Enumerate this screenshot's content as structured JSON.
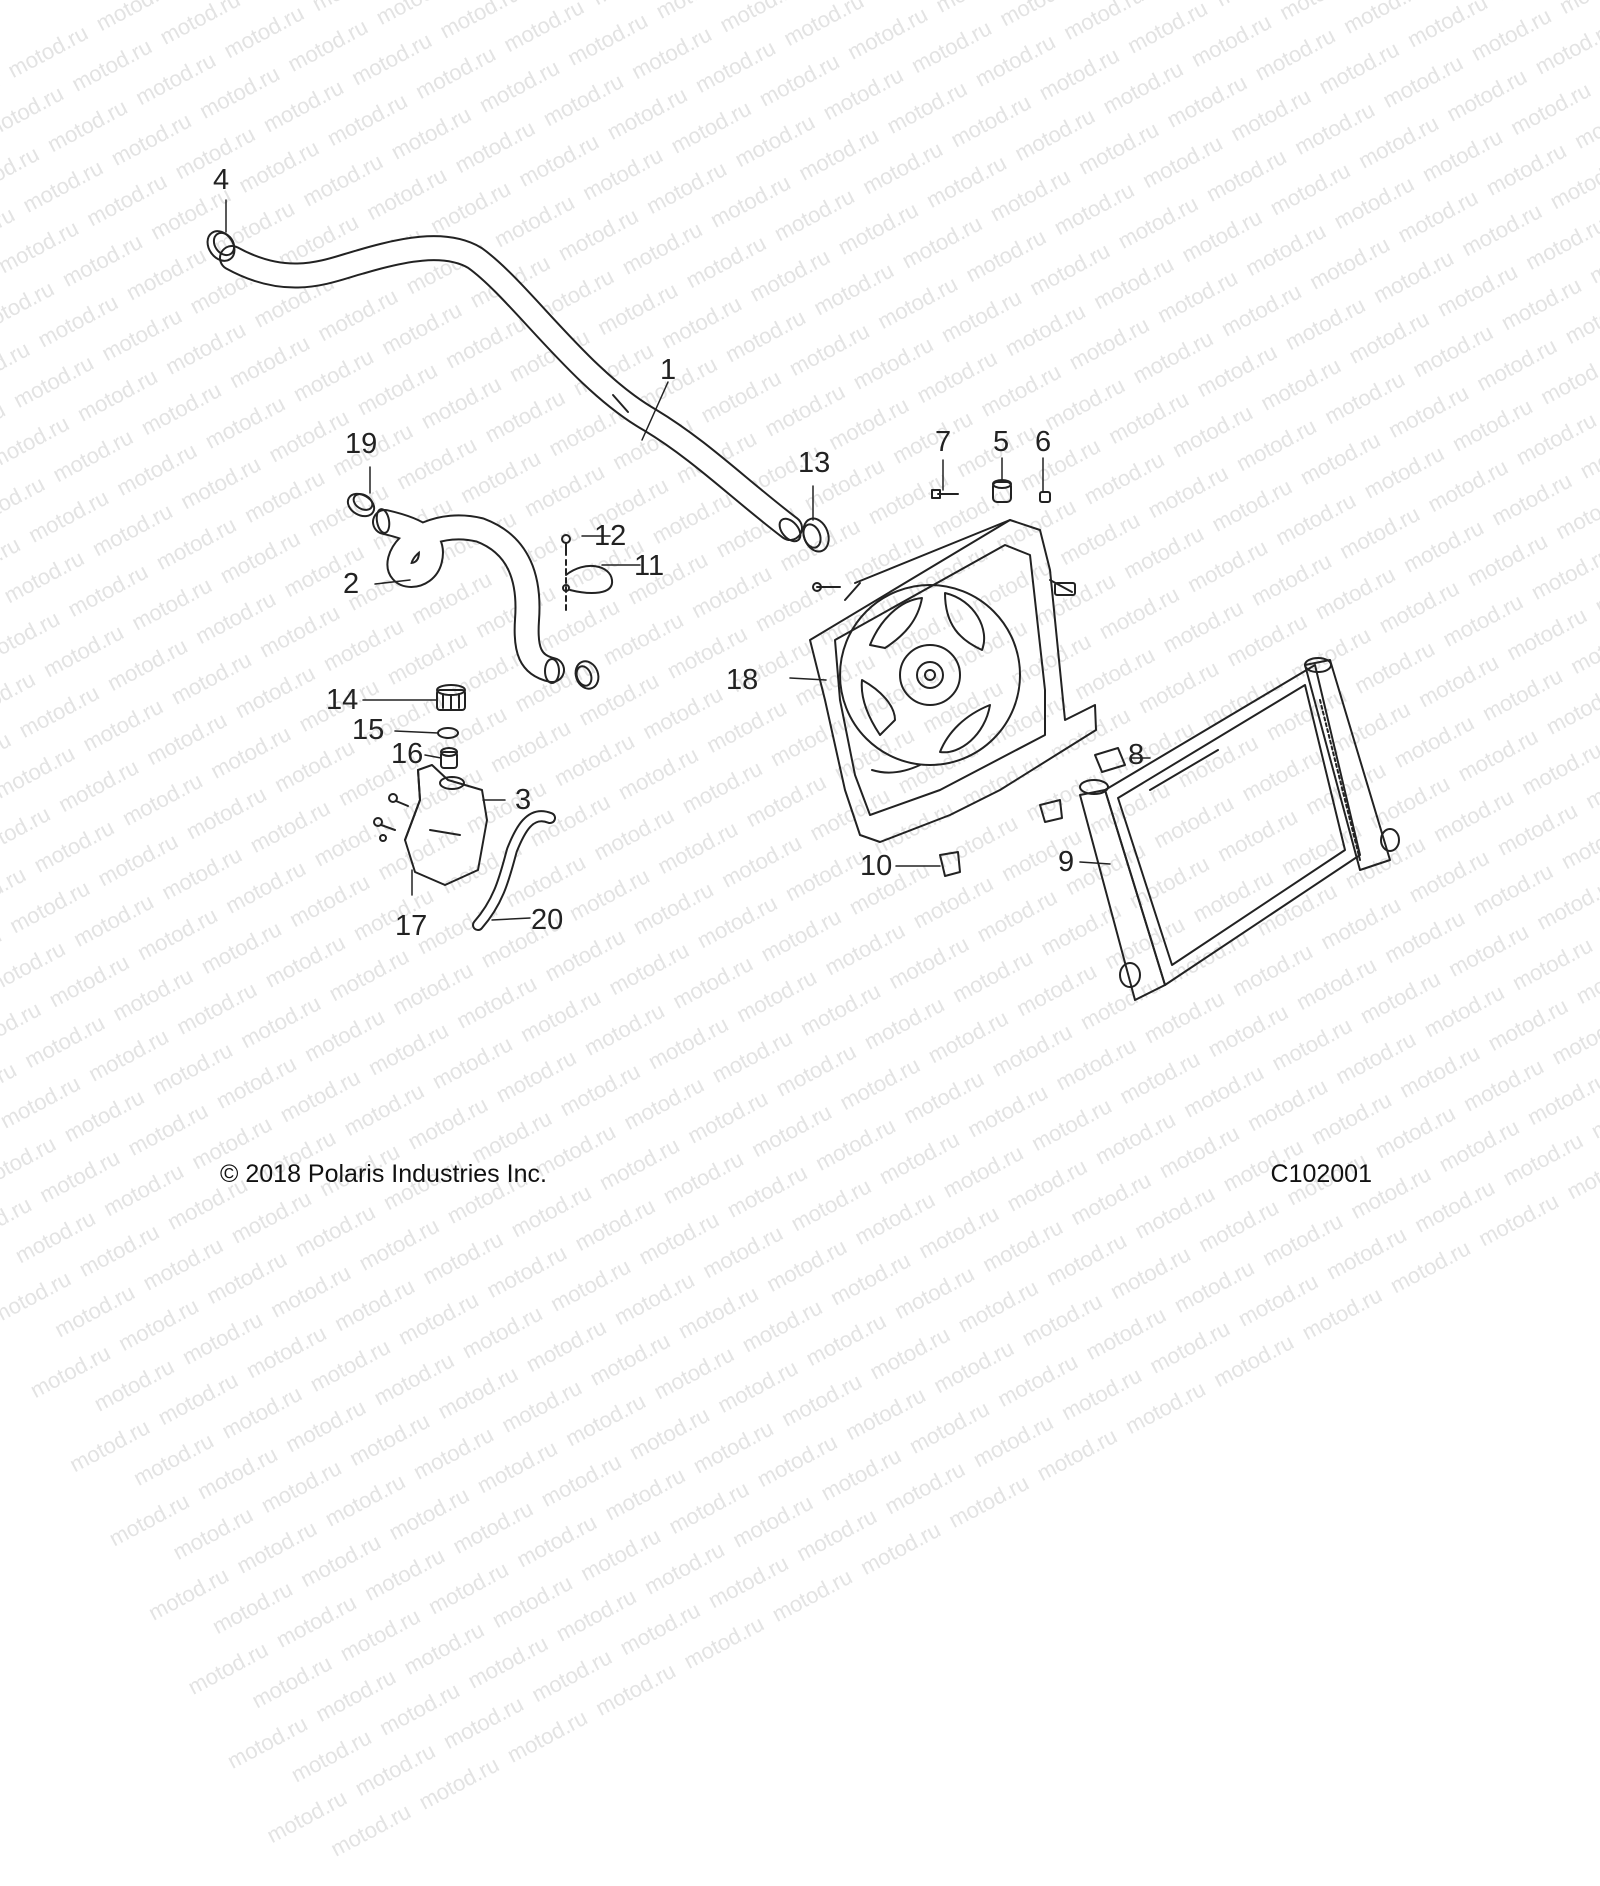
{
  "watermark": "motod.ru",
  "callouts": {
    "c1": "1",
    "c2": "2",
    "c3": "3",
    "c4": "4",
    "c5": "5",
    "c6": "6",
    "c7": "7",
    "c8": "8",
    "c9": "9",
    "c10": "10",
    "c11": "11",
    "c12": "12",
    "c13": "13",
    "c14": "14",
    "c15": "15",
    "c16": "16",
    "c17": "17",
    "c18": "18",
    "c19": "19",
    "c20": "20"
  },
  "footer": {
    "copyright": "© 2018 Polaris Industries Inc.",
    "code": "C102001"
  }
}
